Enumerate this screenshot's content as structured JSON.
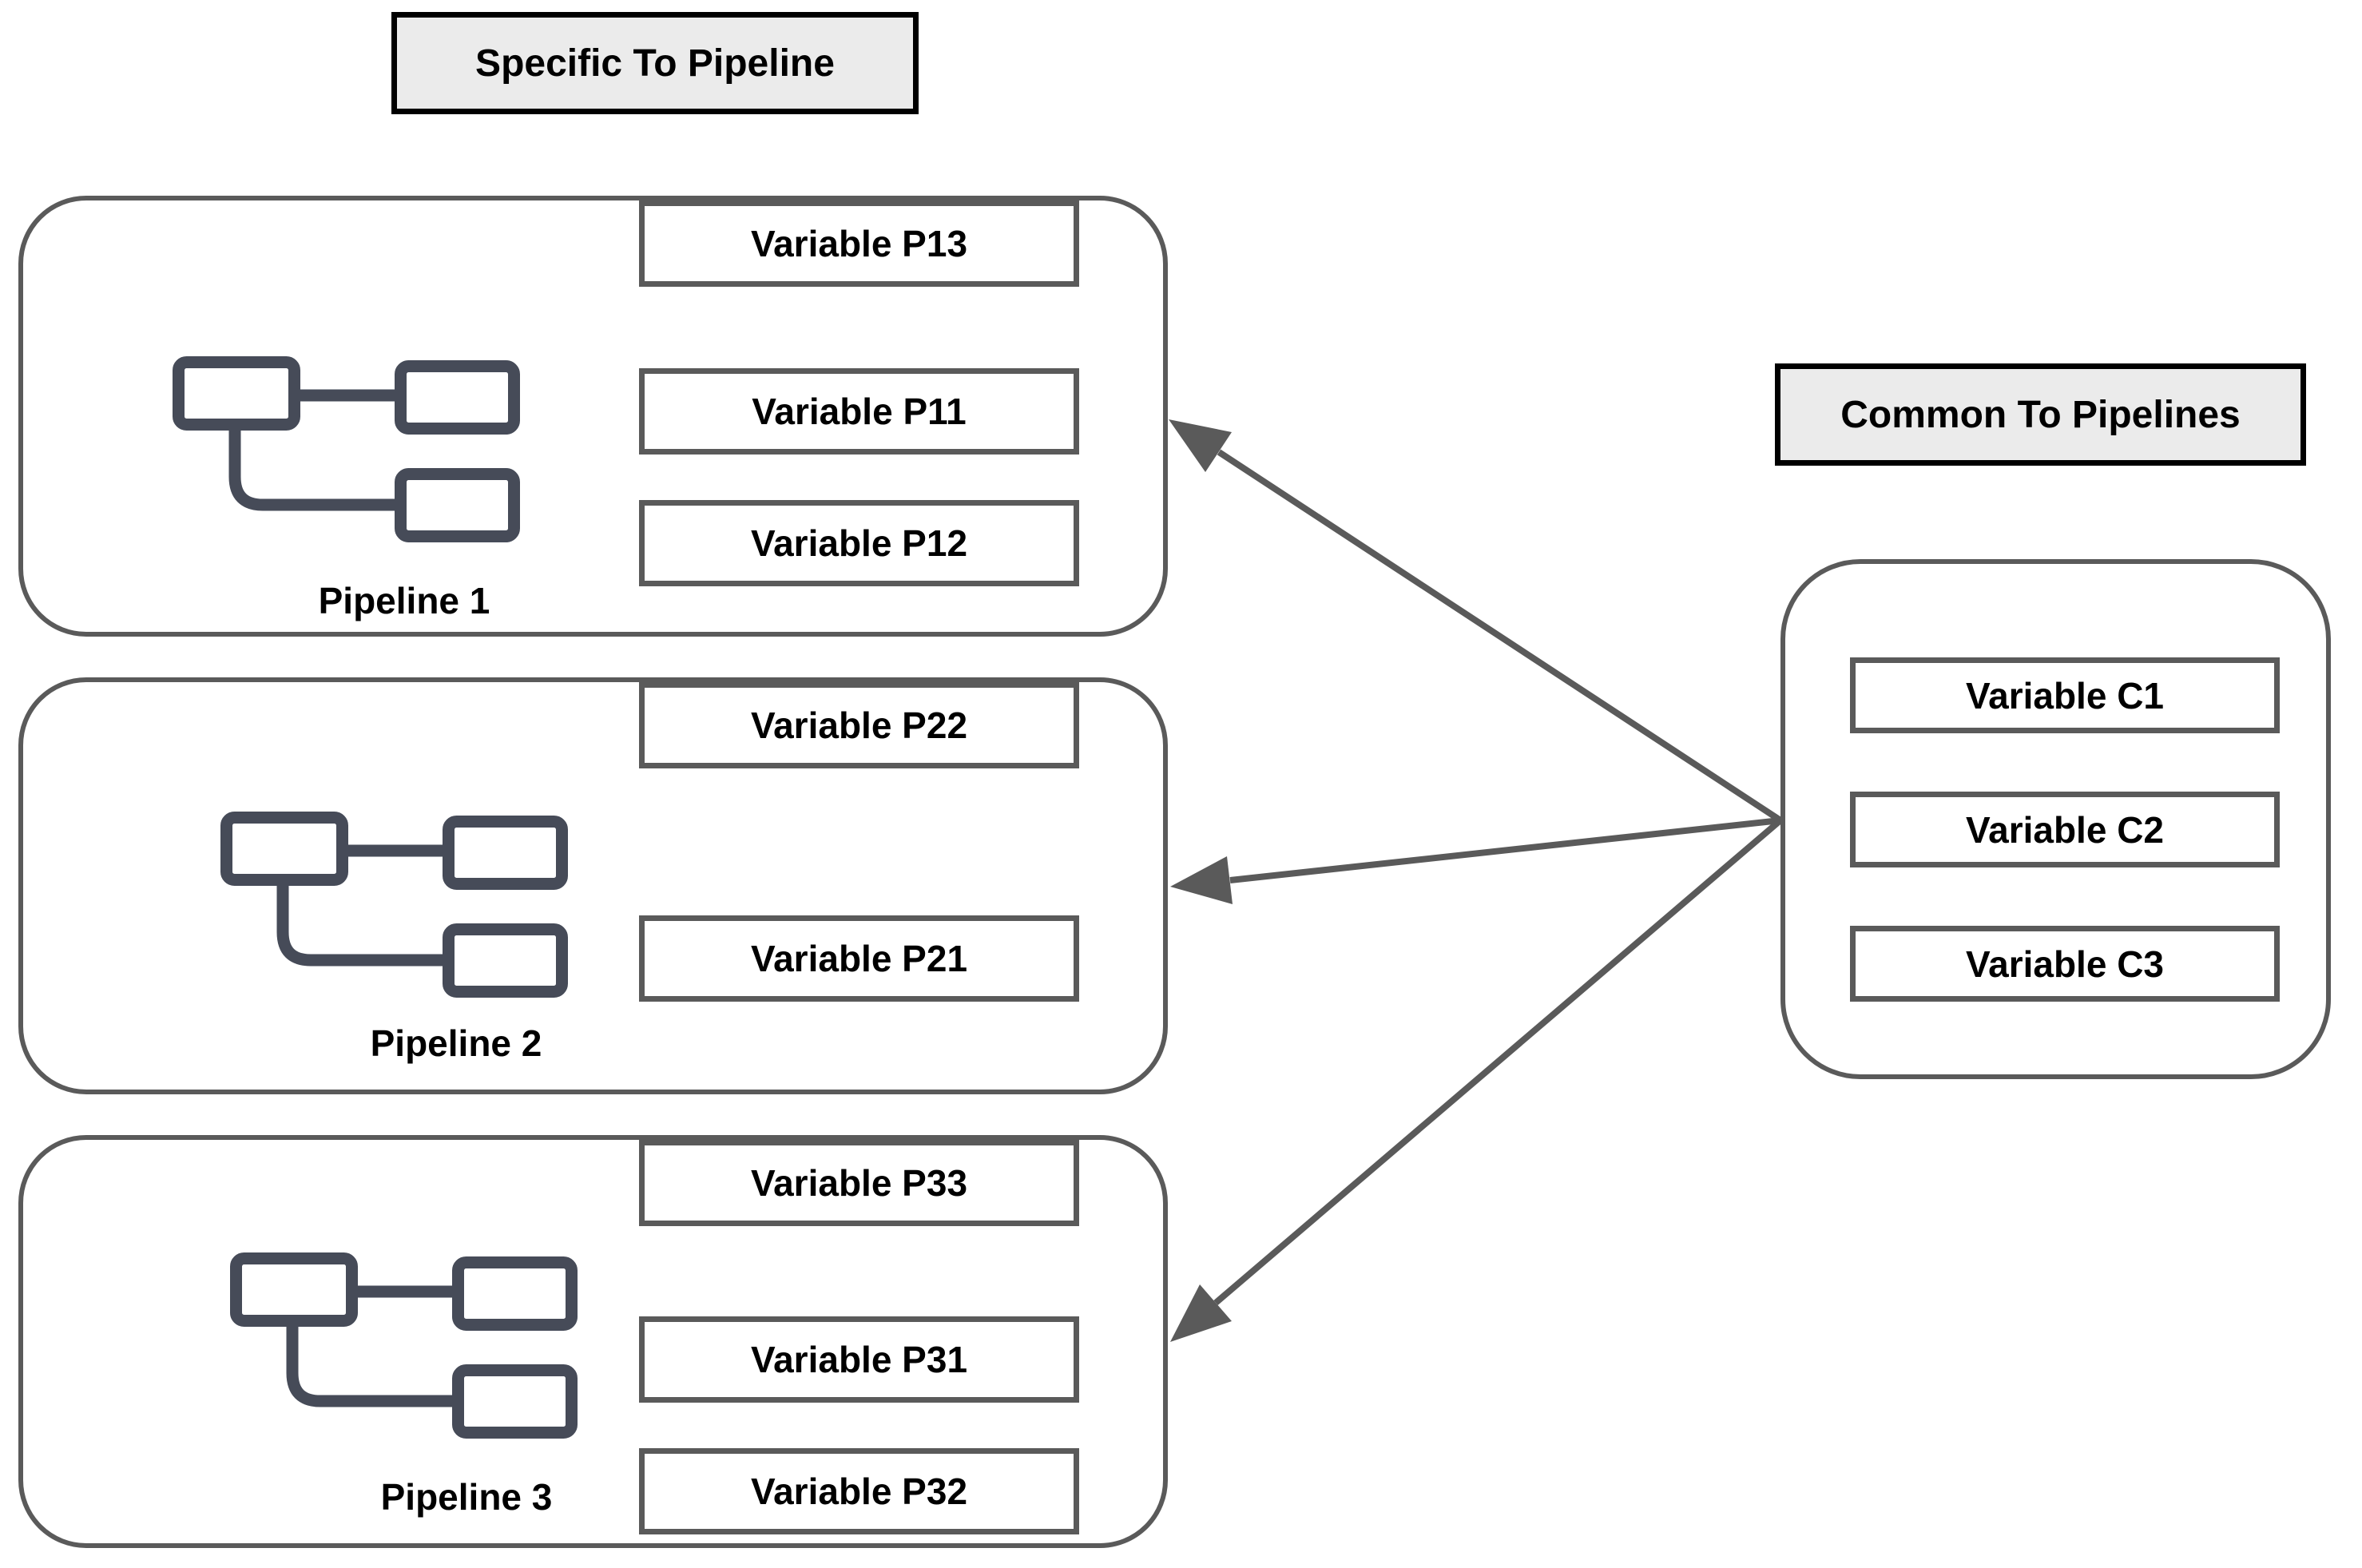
{
  "diagram": {
    "left_title": "Specific To Pipeline",
    "right_title": "Common To Pipelines",
    "pipelines": [
      {
        "label": "Pipeline 1",
        "variables": [
          "Variable P11",
          "Variable P12",
          "Variable P13"
        ]
      },
      {
        "label": "Pipeline 2",
        "variables": [
          "Variable P21",
          "Variable P22"
        ]
      },
      {
        "label": "Pipeline 3",
        "variables": [
          "Variable P31",
          "Variable P32",
          "Variable P33"
        ]
      }
    ],
    "common": {
      "variables": [
        "Variable C1",
        "Variable C2",
        "Variable C3"
      ]
    },
    "icons": {
      "pipeline_icon": "flowchart-nodes-icon"
    },
    "colors": {
      "outline_gray": "#5a5a5a",
      "title_fill": "#ebebeb",
      "title_border": "#000000",
      "icon_slate": "#464b58",
      "text": "#000000",
      "canvas": "#ffffff"
    }
  }
}
